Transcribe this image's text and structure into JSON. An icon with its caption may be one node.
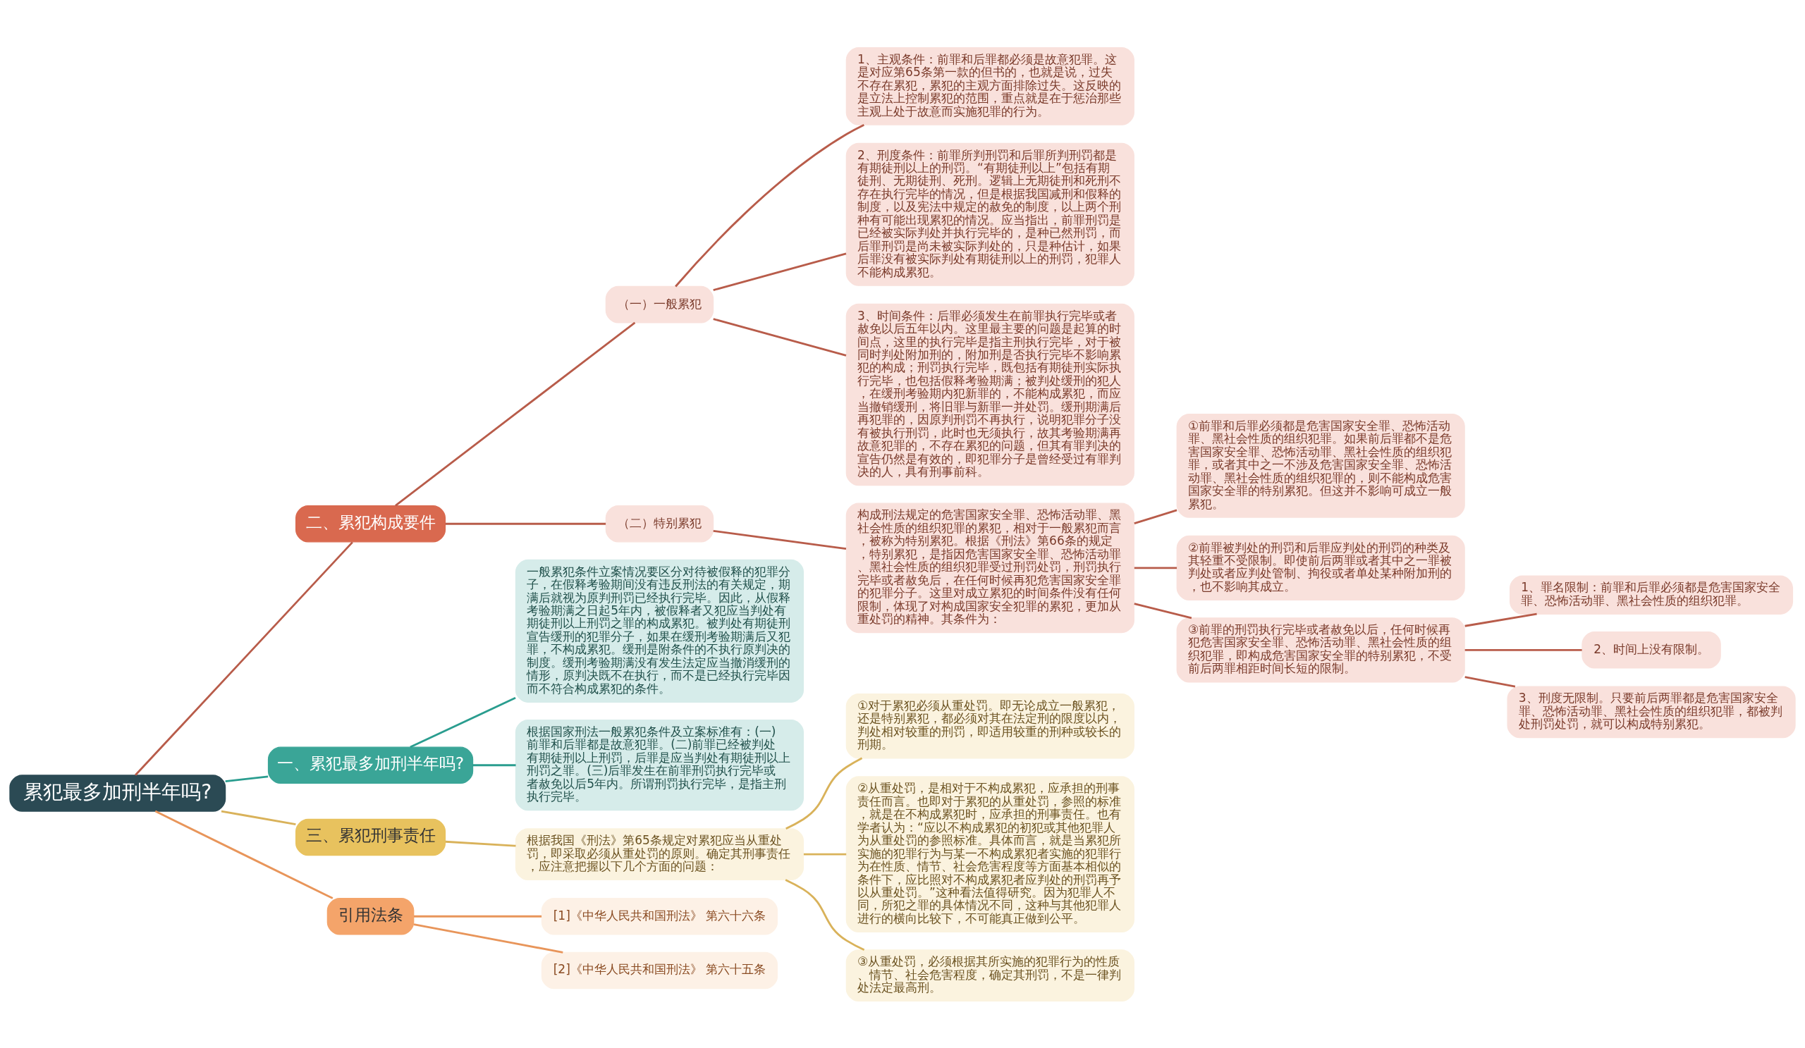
{
  "diagram": {
    "nodes": [
      {
        "text": [
          "累犯最多加刑半年吗?"
        ]
      },
      {
        "text": [
          "二、累犯构成要件"
        ]
      },
      {
        "text": [
          "（一）一般累犯"
        ]
      },
      {
        "text": [
          "1、主观条件：前罪和后罪都必须是故意犯罪。这是对应第65条第一款的但书的，也就是说，过失不存在累犯，累犯的主观方面排除过失。这反映的是立法上控制累犯的范围，重点就是在于惩治那些主观上处于故意而实施犯罪的行为。"
        ]
      },
      {
        "text": [
          "2、刑度条件：前罪所判刑罚和后罪所判刑罚都是有期徒刑以上的刑罚。“有期徒刑以上”包括有期徒刑、无期徒刑、死刑。逻辑上无期徒刑和死刑不存在执行完毕的情况，但是根据我国减刑和假释的制度，以及宪法中规定的赦免的制度，以上两个刑种有可能出现累犯的情况。应当指出，前罪刑罚是已经被实际判处并执行完毕的，是种已然刑罚，而后罪刑罚是尚未被实际判处的，只是种估计，如果后罪没有被实际判处有期徒刑以上的刑罚，犯罪人不能构成累犯。"
        ]
      },
      {
        "text": [
          "3、时间条件：后罪必须发生在前罪执行完毕或者赦免以后五年以内。这里最主要的问题是起算的时间点，这里的执行完毕是指主刑执行完毕，对于被同时判处附加刑的，附加刑是否执行完毕不影响累犯的构成；刑罚执行完毕，既包括有期徒刑实际执行完毕，也包括假释考验期满；被判处缓刑的犯人，在缓刑考验期内犯新罪的，不能构成累犯，而应当撤销缓刑，将旧罪与新罪一并处罚。缓刑期满后再犯罪的，因原判刑罚不再执行，说明犯罪分子没有被执行刑罚，此时也无须执行，故其考验期满再故意犯罪的，不存在累犯的问题，但其有罪判决的宣告仍然是有效的，即犯罪分子是曾经受过有罪判决的人，具有刑事前科。"
        ]
      },
      {
        "text": [
          "（二）特别累犯"
        ]
      },
      {
        "text": [
          "构成刑法规定的危害国家安全罪、恐怖活动罪、黑社会性质的组织犯罪的累犯，相对于一般累犯而言，被称为特别累犯。根据《刑法》第66条的规定，特别累犯，是指因危害国家安全罪、恐怖活动罪、黑社会性质的组织犯罪受过刑罚处罚，刑罚执行完毕或者赦免后，在任何时候再犯危害国家安全罪的犯罪分子。这里对成立累犯的时间条件没有任何限制，体现了对构成国家安全犯罪的累犯，更加从重处罚的精神。其条件为："
        ]
      },
      {
        "text": [
          "①前罪和后罪必须都是危害国家安全罪、恐怖活动罪、黑社会性质的组织犯罪。如果前后罪都不是危害国家安全罪、恐怖活动罪、黑社会性质的组织犯罪，或者其中之一不涉及危害国家安全罪、恐怖活动罪、黑社会性质的组织犯罪的，则不能构成危害国家安全罪的特别累犯。但这并不影响可成立一般累犯。"
        ]
      },
      {
        "text": [
          "②前罪被判处的刑罚和后罪应判处的刑罚的种类及其轻重不受限制。即使前后两罪或者其中之一罪被判处或者应判处管制、拘役或者单处某种附加刑的，也不影响其成立。"
        ]
      },
      {
        "text": [
          "③前罪的刑罚执行完毕或者赦免以后，任何时候再犯危害国家安全罪、恐怖活动罪、黑社会性质的组织犯罪，即构成危害国家安全罪的特别累犯，不受前后两罪相距时间长短的限制。"
        ]
      },
      {
        "text": [
          "1、罪名限制：前罪和后罪必须都是危害国家安全罪、恐怖活动罪、黑社会性质的组织犯罪。"
        ]
      },
      {
        "text": [
          "2、时间上没有限制。"
        ]
      },
      {
        "text": [
          "3、刑度无限制。只要前后两罪都是危害国家安全罪、恐怖活动罪、黑社会性质的组织犯罪，都被判处刑罚处罚，就可以构成特别累犯。"
        ]
      },
      {
        "text": [
          "一、累犯最多加刑半年吗?"
        ]
      },
      {
        "text": [
          "一般累犯条件立案情况要区分对待被假释的犯罪分子，在假释考验期间没有违反刑法的有关规定，期满后就视为原判刑罚已经执行完毕。因此，从假释考验期满之日起5年内，被假释者又犯应当判处有期徒刑以上刑罚之罪的构成累犯。被判处有期徒刑宣告缓刑的犯罪分子，如果在缓刑考验期满后又犯罪，不构成累犯。缓刑是附条件的不执行原判决的制度。缓刑考验期满没有发生法定应当撤消缓刑的情形，原判决既不在执行，而不是已经执行完毕因而不符合构成累犯的条件。"
        ]
      },
      {
        "text": [
          "根据国家刑法一般累犯条件及立案标准有：(一)前罪和后罪都是故意犯罪。(二)前罪已经被判处有期徒刑以上刑罚，后罪是应当判处有期徒刑以上刑罚之罪。(三)后罪发生在前罪刑罚执行完毕或者赦免以后5年内。所谓刑罚执行完毕，是指主刑执行完毕。"
        ]
      },
      {
        "text": [
          "三、累犯刑事责任"
        ]
      },
      {
        "text": [
          "根据我国《刑法》第65条规定对累犯应当从重处罚，即采取必须从重处罚的原则。确定其刑事责任，应注意把握以下几个方面的问题："
        ]
      },
      {
        "text": [
          "①对于累犯必须从重处罚。即无论成立一般累犯，还是特别累犯，都必须对其在法定刑的限度以内，判处相对较重的刑罚，即适用较重的刑种或较长的刑期。"
        ]
      },
      {
        "text": [
          "②从重处罚，是相对于不构成累犯，应承担的刑事责任而言。也即对于累犯的从重处罚，参照的标准，就是在不构成累犯时，应承担的刑事责任。也有学者认为：“应以不构成累犯的初犯或其他犯罪人为从重处罚的参照标准。具体而言，就是当累犯所实施的犯罪行为与某一不构成累犯者实施的犯罪行为在性质、情节、社会危害程度等方面基本相似的条件下，应比照对不构成累犯者应判处的刑罚再予以从重处罚。”这种看法值得研究。因为犯罪人不同，所犯之罪的具体情况不同，这种与其他犯罪人进行的横向比较下，不可能真正做到公平。"
        ]
      },
      {
        "text": [
          "③从重处罚，必须根据其所实施的犯罪行为的性质、情节、社会危害程度，确定其刑罚，不是一律判处法定最高刑。"
        ]
      },
      {
        "text": [
          "引用法条"
        ]
      },
      {
        "text": [
          "[1]《中华人民共和国刑法》 第六十六条"
        ]
      },
      {
        "text": [
          "[2]《中华人民共和国刑法》 第六十五条"
        ]
      }
    ],
    "edges": [
      {
        "from": 0,
        "to": 1,
        "arrow": "none"
      },
      {
        "from": 1,
        "to": 2,
        "arrow": "none"
      },
      {
        "from": 2,
        "to": 3,
        "arrow": "none"
      },
      {
        "from": 2,
        "to": 4,
        "arrow": "none"
      },
      {
        "from": 2,
        "to": 5,
        "arrow": "none"
      },
      {
        "from": 1,
        "to": 6,
        "arrow": "none"
      },
      {
        "from": 6,
        "to": 7,
        "arrow": "none"
      },
      {
        "from": 7,
        "to": 8,
        "arrow": "none"
      },
      {
        "from": 7,
        "to": 9,
        "arrow": "none"
      },
      {
        "from": 7,
        "to": 10,
        "arrow": "none"
      },
      {
        "from": 10,
        "to": 11,
        "arrow": "none"
      },
      {
        "from": 10,
        "to": 12,
        "arrow": "none"
      },
      {
        "from": 10,
        "to": 13,
        "arrow": "none"
      },
      {
        "from": 0,
        "to": 14,
        "arrow": "none",
        "color": "#2a9d8f"
      },
      {
        "from": 14,
        "to": 15,
        "arrow": "none",
        "color": "#2a9d8f"
      },
      {
        "from": 14,
        "to": 16,
        "arrow": "none",
        "color": "#2a9d8f"
      },
      {
        "from": 0,
        "to": 17,
        "arrow": "none",
        "color": "#d9b25a"
      },
      {
        "from": 17,
        "to": 18,
        "arrow": "none",
        "color": "#d9b25a"
      },
      {
        "from": 18,
        "to": 19,
        "arrow": "none",
        "color": "#d9b25a"
      },
      {
        "from": 18,
        "to": 20,
        "arrow": "none",
        "color": "#d9b25a"
      },
      {
        "from": 18,
        "to": 21,
        "arrow": "none",
        "color": "#d9b25a"
      },
      {
        "from": 0,
        "to": 22,
        "arrow": "none",
        "color": "#e8955a"
      },
      {
        "from": 22,
        "to": 23,
        "arrow": "none",
        "color": "#e8955a"
      },
      {
        "from": 22,
        "to": 24,
        "arrow": "none",
        "color": "#e8955a"
      }
    ]
  }
}
